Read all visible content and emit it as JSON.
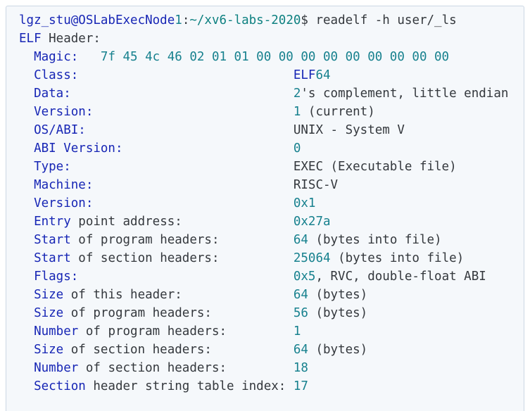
{
  "colors": {
    "bg": "#f5f8fb",
    "border": "#cbd7e4",
    "kw": "#1726b5",
    "num": "#17818e",
    "path": "#0e8181",
    "plain": "#34383d"
  },
  "prompt": {
    "user_host": "lgz_stu@OSLabExecNode1",
    "separator": ":",
    "cwd": "~/xv6-labs-2020",
    "prompt_symbol": "$",
    "command": "readelf -h user/_ls"
  },
  "elf_header": {
    "title": "ELF Header:",
    "fields": [
      {
        "label": "Magic",
        "value": "7f 45 4c 46 02 01 01 00 00 00 00 00 00 00 00 00"
      },
      {
        "label": "Class",
        "value": "ELF64"
      },
      {
        "label": "Data",
        "value": "2's complement, little endian"
      },
      {
        "label": "Version",
        "value": "1 (current)"
      },
      {
        "label": "OS/ABI",
        "value": "UNIX - System V"
      },
      {
        "label": "ABI Version",
        "value": "0"
      },
      {
        "label": "Type",
        "value": "EXEC (Executable file)"
      },
      {
        "label": "Machine",
        "value": "RISC-V"
      },
      {
        "label": "Version",
        "value": "0x1"
      },
      {
        "label": "Entry point address",
        "value": "0x27a"
      },
      {
        "label": "Start of program headers",
        "value": "64 (bytes into file)"
      },
      {
        "label": "Start of section headers",
        "value": "25064 (bytes into file)"
      },
      {
        "label": "Flags",
        "value": "0x5, RVC, double-float ABI"
      },
      {
        "label": "Size of this header",
        "value": "64 (bytes)"
      },
      {
        "label": "Size of program headers",
        "value": "56 (bytes)"
      },
      {
        "label": "Number of program headers",
        "value": "1"
      },
      {
        "label": "Size of section headers",
        "value": "64 (bytes)"
      },
      {
        "label": "Number of section headers",
        "value": "18"
      },
      {
        "label": "Section header string table index",
        "value": "17"
      }
    ]
  },
  "lines": [
    [
      {
        "t": "lgz_stu@OSLabExecNode",
        "c": "kw"
      },
      {
        "t": "1",
        "c": "num"
      },
      {
        "t": ":",
        "c": "plain"
      },
      {
        "t": "~/xv6-labs-2020",
        "c": "path"
      },
      {
        "t": "$ readelf -h user/_ls",
        "c": "plain"
      }
    ],
    [
      {
        "t": "ELF",
        "c": "kw"
      },
      {
        "t": " Header:",
        "c": "plain"
      }
    ],
    [
      {
        "t": "  Magic:",
        "c": "kw"
      },
      {
        "pad": 3
      },
      {
        "t": "7f 45 4c 46 02 01 01 00 00 00 00 00 00 00 00 00",
        "c": "num"
      }
    ],
    [
      {
        "t": "  Class:",
        "c": "kw"
      },
      {
        "pad": 29
      },
      {
        "t": "ELF",
        "c": "kw"
      },
      {
        "t": "64",
        "c": "num"
      }
    ],
    [
      {
        "t": "  Data:",
        "c": "kw"
      },
      {
        "pad": 30
      },
      {
        "t": "2",
        "c": "num"
      },
      {
        "t": "'s complement, little endian",
        "c": "plain"
      }
    ],
    [
      {
        "t": "  Version:",
        "c": "kw"
      },
      {
        "pad": 27
      },
      {
        "t": "1",
        "c": "num"
      },
      {
        "t": " (current)",
        "c": "plain"
      }
    ],
    [
      {
        "t": "  OS/ABI:",
        "c": "kw"
      },
      {
        "pad": 28
      },
      {
        "t": "UNIX - System V",
        "c": "plain"
      }
    ],
    [
      {
        "t": "  ABI Version:",
        "c": "kw"
      },
      {
        "pad": 23
      },
      {
        "t": "0",
        "c": "num"
      }
    ],
    [
      {
        "t": "  Type:",
        "c": "kw"
      },
      {
        "pad": 30
      },
      {
        "t": "EXEC (Executable file)",
        "c": "plain"
      }
    ],
    [
      {
        "t": "  Machine:",
        "c": "kw"
      },
      {
        "pad": 27
      },
      {
        "t": "RISC-V",
        "c": "plain"
      }
    ],
    [
      {
        "t": "  Version:",
        "c": "kw"
      },
      {
        "pad": 27
      },
      {
        "t": "0x1",
        "c": "num"
      }
    ],
    [
      {
        "t": "  Entry",
        "c": "kw"
      },
      {
        "t": " point address:",
        "c": "plain"
      },
      {
        "pad": 15
      },
      {
        "t": "0x27a",
        "c": "num"
      }
    ],
    [
      {
        "t": "  Start",
        "c": "kw"
      },
      {
        "t": " of program headers:",
        "c": "plain"
      },
      {
        "pad": 10
      },
      {
        "t": "64",
        "c": "num"
      },
      {
        "t": " (bytes into file)",
        "c": "plain"
      }
    ],
    [
      {
        "t": "  Start",
        "c": "kw"
      },
      {
        "t": " of section headers:",
        "c": "plain"
      },
      {
        "pad": 10
      },
      {
        "t": "25064",
        "c": "num"
      },
      {
        "t": " (bytes into file)",
        "c": "plain"
      }
    ],
    [
      {
        "t": "  Flags:",
        "c": "kw"
      },
      {
        "pad": 29
      },
      {
        "t": "0x5",
        "c": "num"
      },
      {
        "t": ", RVC, double-float ABI",
        "c": "plain"
      }
    ],
    [
      {
        "t": "  Size",
        "c": "kw"
      },
      {
        "t": " of this header:",
        "c": "plain"
      },
      {
        "pad": 15
      },
      {
        "t": "64",
        "c": "num"
      },
      {
        "t": " (bytes)",
        "c": "plain"
      }
    ],
    [
      {
        "t": "  Size",
        "c": "kw"
      },
      {
        "t": " of program headers:",
        "c": "plain"
      },
      {
        "pad": 11
      },
      {
        "t": "56",
        "c": "num"
      },
      {
        "t": " (bytes)",
        "c": "plain"
      }
    ],
    [
      {
        "t": "  Number",
        "c": "kw"
      },
      {
        "t": " of program headers:",
        "c": "plain"
      },
      {
        "pad": 9
      },
      {
        "t": "1",
        "c": "num"
      }
    ],
    [
      {
        "t": "  Size",
        "c": "kw"
      },
      {
        "t": " of section headers:",
        "c": "plain"
      },
      {
        "pad": 11
      },
      {
        "t": "64",
        "c": "num"
      },
      {
        "t": " (bytes)",
        "c": "plain"
      }
    ],
    [
      {
        "t": "  Number",
        "c": "kw"
      },
      {
        "t": " of section headers:",
        "c": "plain"
      },
      {
        "pad": 9
      },
      {
        "t": "18",
        "c": "num"
      }
    ],
    [
      {
        "t": "  Section",
        "c": "kw"
      },
      {
        "t": " header string table index: ",
        "c": "plain"
      },
      {
        "t": "17",
        "c": "num"
      }
    ]
  ]
}
